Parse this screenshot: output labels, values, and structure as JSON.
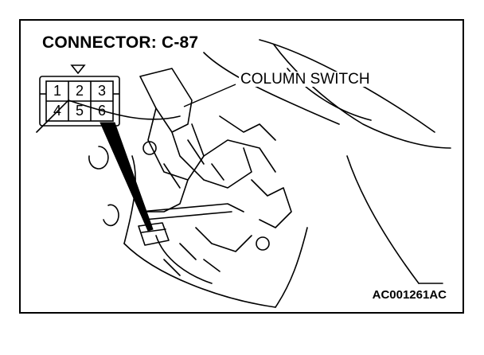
{
  "connector": {
    "title": "CONNECTOR: C-87",
    "pins_top": [
      "1",
      "2",
      "3"
    ],
    "pins_bottom": [
      "4",
      "5",
      "6"
    ]
  },
  "callout": {
    "component": "COLUMN SWITCH"
  },
  "figure": {
    "code": "AC001261AC"
  }
}
